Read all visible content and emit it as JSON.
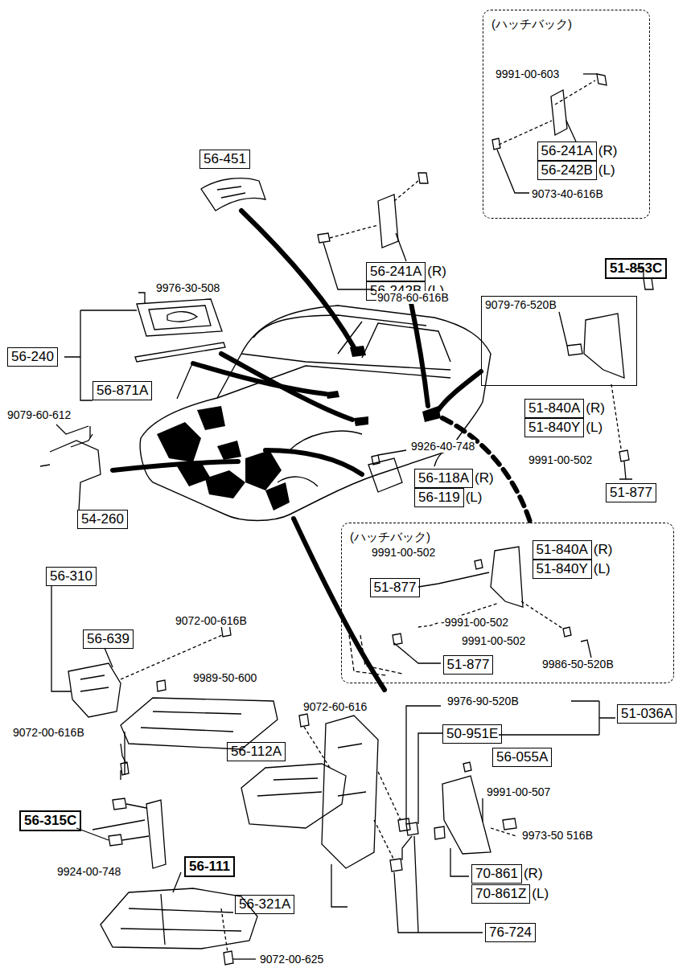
{
  "diagram": {
    "nodes": [
      {
        "text": [
          "(ハッチバック)"
        ]
      },
      {
        "text": [
          "56-241A",
          "(R)"
        ],
        "in": 0
      },
      {
        "text": [
          "56-242B",
          "(L)"
        ],
        "in": 0
      },
      {
        "text": [
          "56-451"
        ]
      },
      {
        "text": [
          "56-241A",
          "(R)"
        ]
      },
      {
        "text": [
          "56-242B",
          "(L)"
        ]
      },
      {
        "text": [
          "51-853C"
        ]
      },
      {
        "text": [
          "9079-76-520B"
        ]
      },
      {
        "text": [
          "56-240"
        ]
      },
      {
        "text": [
          "56-871A"
        ]
      },
      {
        "text": [
          "51-840A",
          "(R)"
        ]
      },
      {
        "text": [
          "51-840Y",
          "(L)"
        ]
      },
      {
        "text": [
          "56-118A",
          "(R)"
        ]
      },
      {
        "text": [
          "56-119",
          "(L)"
        ]
      },
      {
        "text": [
          "51-877"
        ]
      },
      {
        "text": [
          "54-260"
        ]
      },
      {
        "text": [
          "(ハッチバック)"
        ]
      },
      {
        "text": [
          "51-840A",
          "(R)"
        ],
        "in": 16
      },
      {
        "text": [
          "51-840Y",
          "(L)"
        ],
        "in": 16
      },
      {
        "text": [
          "51-877"
        ],
        "in": 16
      },
      {
        "text": [
          "51-877"
        ],
        "in": 16
      },
      {
        "text": [
          "56-310"
        ]
      },
      {
        "text": [
          "56-639"
        ]
      },
      {
        "text": [
          "51-036A"
        ]
      },
      {
        "text": [
          "50-951E"
        ]
      },
      {
        "text": [
          "56-055A"
        ]
      },
      {
        "text": [
          "56-112A"
        ]
      },
      {
        "text": [
          "56-315C"
        ]
      },
      {
        "text": [
          "56-111"
        ]
      },
      {
        "text": [
          "56-321A"
        ]
      },
      {
        "text": [
          "70-861",
          "(R)"
        ]
      },
      {
        "text": [
          "70-861Z",
          "(L)"
        ]
      },
      {
        "text": [
          "76-724"
        ]
      }
    ],
    "labels": [
      "9991-00-603",
      "9073-40-616B",
      "9976-30-508",
      "9078-60-616B",
      "9079-60-612",
      "9926-40-748",
      "9991-00-502",
      "9991-00-502",
      "-9991-00-502",
      "9991-00-502",
      "9986-50-520B",
      "9072-00-616B",
      "9989-50-600",
      "9072-60-616",
      "9976-90-520B",
      "9072-00-616B",
      "9991-00-507",
      "9973-50 516B",
      "9924-00-748",
      "9072-00-625"
    ]
  }
}
